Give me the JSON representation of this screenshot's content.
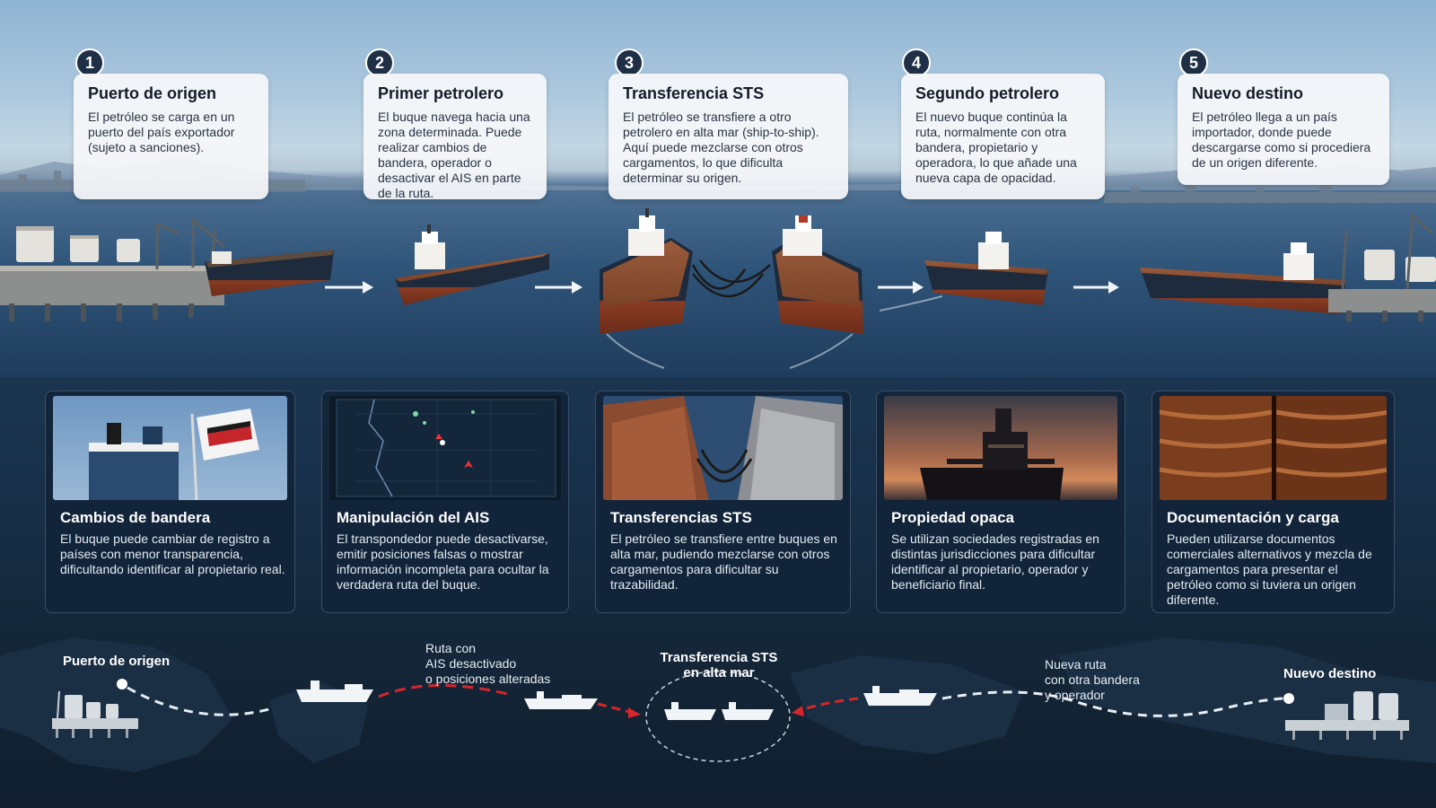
{
  "steps": [
    {
      "number": "1",
      "title": "Puerto de origen",
      "text": "El petróleo se carga en un puerto del país exportador (sujeto a sanciones)."
    },
    {
      "number": "2",
      "title": "Primer petrolero",
      "text": "El buque navega hacia una zona determinada. Puede realizar cambios de bandera, operador o desactivar el AIS en parte de la ruta."
    },
    {
      "number": "3",
      "title": "Transferencia STS",
      "text": "El petróleo se transfiere a otro petrolero en alta mar (ship-to-ship). Aquí puede mezclarse con otros cargamentos, lo que dificulta determinar su origen."
    },
    {
      "number": "4",
      "title": "Segundo petrolero",
      "text": "El nuevo buque continúa la ruta, normalmente con otra bandera, propietario y operadora, lo que añade una nueva capa de opacidad."
    },
    {
      "number": "5",
      "title": "Nuevo destino",
      "text": "El petróleo llega a un país importador, donde puede descargarse como si procediera de un origen diferente."
    }
  ],
  "features": [
    {
      "title": "Cambios de bandera",
      "text": "El buque puede cambiar de registro a países con menor transparencia, dificultando identificar al propietario real."
    },
    {
      "title": "Manipulación del AIS",
      "text": "El transpondedor puede desactivarse, emitir posiciones falsas o mostrar información incompleta para ocultar la verdadera ruta del buque."
    },
    {
      "title": "Transferencias STS",
      "text": "El petróleo se transfiere entre buques en alta mar, pudiendo mezclarse con otros cargamentos para dificultar su trazabilidad."
    },
    {
      "title": "Propiedad opaca",
      "text": "Se utilizan sociedades registradas en distintas jurisdicciones para dificultar identificar al propietario, operador y beneficiario final."
    },
    {
      "title": "Documentación y carga",
      "text": "Pueden utilizarse documentos comerciales alternativos y mezcla de cargamentos para presentar el petróleo como si tuviera un origen diferente."
    }
  ],
  "route_map": {
    "origin_label": "Puerto de origen",
    "ais_label": [
      "Ruta con",
      "AIS desactivado",
      "o posiciones alteradas"
    ],
    "sts_label": [
      "Transferencia STS",
      "en alta mar"
    ],
    "reflag_label": [
      "Nueva ruta",
      "con otra bandera",
      "y operador"
    ],
    "destination_label": "Nuevo destino"
  },
  "colors": {
    "dark_navy": "#1f2f45",
    "card_bg": "#f6f8fa",
    "route_white": "#e8eef4",
    "route_red": "#d6262b",
    "panel": "#112438"
  }
}
